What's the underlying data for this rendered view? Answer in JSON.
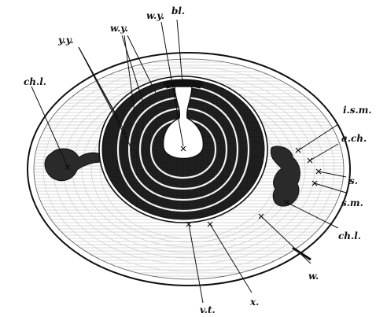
{
  "figure": {
    "labels": {
      "yy": "y.y.",
      "wy_left": "w.y.",
      "wy_right": "w.y.",
      "bl": "bl.",
      "chl_left": "ch.l.",
      "ism": "i.s.m.",
      "ach": "a.ch.",
      "s": "s.",
      "sm": "s.m.",
      "chl_right": "ch.l.",
      "w": "w.",
      "x": "x.",
      "vt": "v.t."
    },
    "colors": {
      "ink": "#111111",
      "paper": "#ffffff",
      "yolk_dark": "#1c1c1c",
      "white_yolk": "#f4f4f4",
      "albumen": "#ececec"
    }
  }
}
